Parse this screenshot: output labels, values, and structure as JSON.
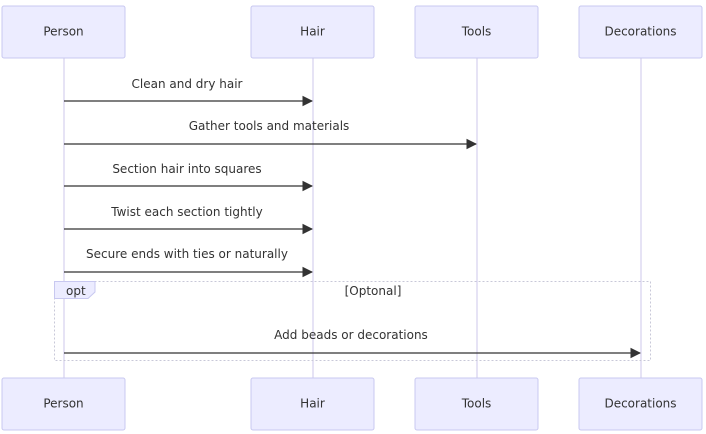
{
  "actors": [
    {
      "id": "person",
      "label": "Person"
    },
    {
      "id": "hair",
      "label": "Hair"
    },
    {
      "id": "tools",
      "label": "Tools"
    },
    {
      "id": "decorations",
      "label": "Decorations"
    }
  ],
  "messages": [
    {
      "from": "person",
      "to": "hair",
      "text": "Clean and dry hair"
    },
    {
      "from": "person",
      "to": "tools",
      "text": "Gather tools and materials"
    },
    {
      "from": "person",
      "to": "hair",
      "text": "Section hair into squares"
    },
    {
      "from": "person",
      "to": "hair",
      "text": "Twist each section tightly"
    },
    {
      "from": "person",
      "to": "hair",
      "text": "Secure ends with ties or naturally"
    },
    {
      "from": "person",
      "to": "decorations",
      "text": "Add beads or decorations"
    }
  ],
  "opt_block": {
    "keyword": "opt",
    "condition": "[Optonal]"
  },
  "colors": {
    "actor_fill": "#ECECFF",
    "actor_border": "#C8C8F0",
    "lifeline": "#D6D0EE",
    "line": "#333333"
  }
}
